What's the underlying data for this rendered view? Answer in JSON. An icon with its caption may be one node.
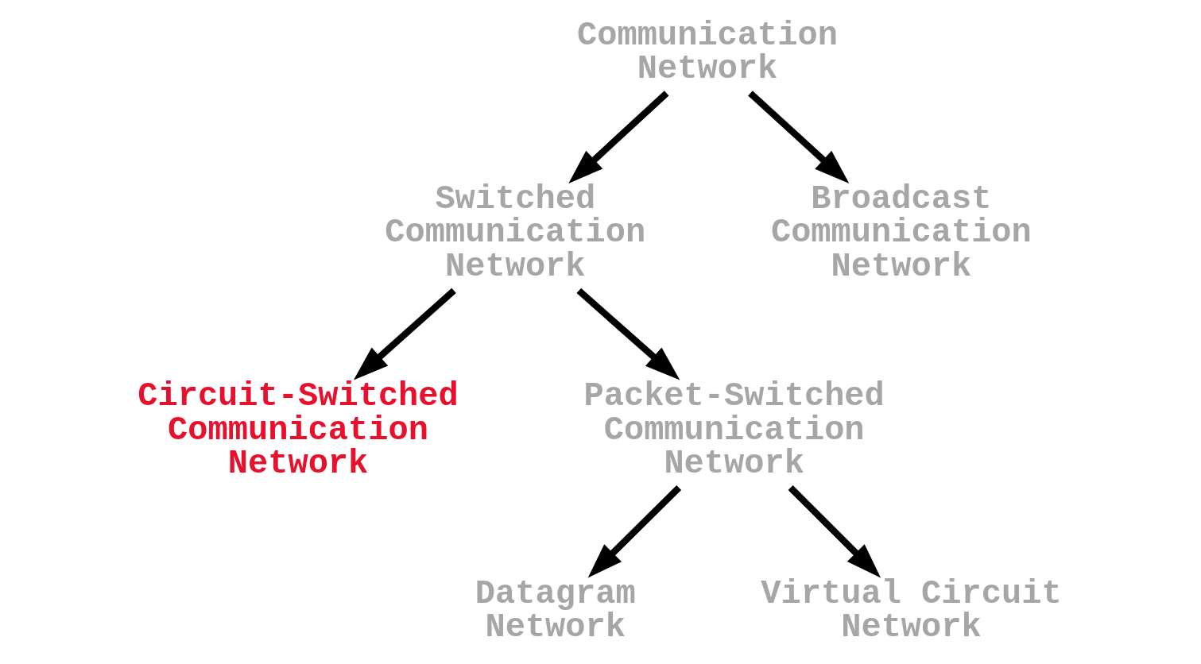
{
  "diagram": {
    "nodes": [
      {
        "text": [
          "Communication Network"
        ]
      },
      {
        "text": [
          "Switched Communication Network"
        ]
      },
      {
        "text": [
          "Broadcast Communication Network"
        ]
      },
      {
        "text": [
          "Circuit-Switched Communication Network"
        ]
      },
      {
        "text": [
          "Packet-Switched Communication Network"
        ]
      },
      {
        "text": [
          "Datagram Network"
        ]
      },
      {
        "text": [
          "Virtual Circuit Network"
        ]
      }
    ],
    "edges": [
      {
        "from": 0,
        "to": 1,
        "arrow": "to"
      },
      {
        "from": 0,
        "to": 2,
        "arrow": "to"
      },
      {
        "from": 1,
        "to": 3,
        "arrow": "to"
      },
      {
        "from": 1,
        "to": 4,
        "arrow": "to"
      },
      {
        "from": 4,
        "to": 5,
        "arrow": "to"
      },
      {
        "from": 4,
        "to": 6,
        "arrow": "to"
      }
    ]
  }
}
